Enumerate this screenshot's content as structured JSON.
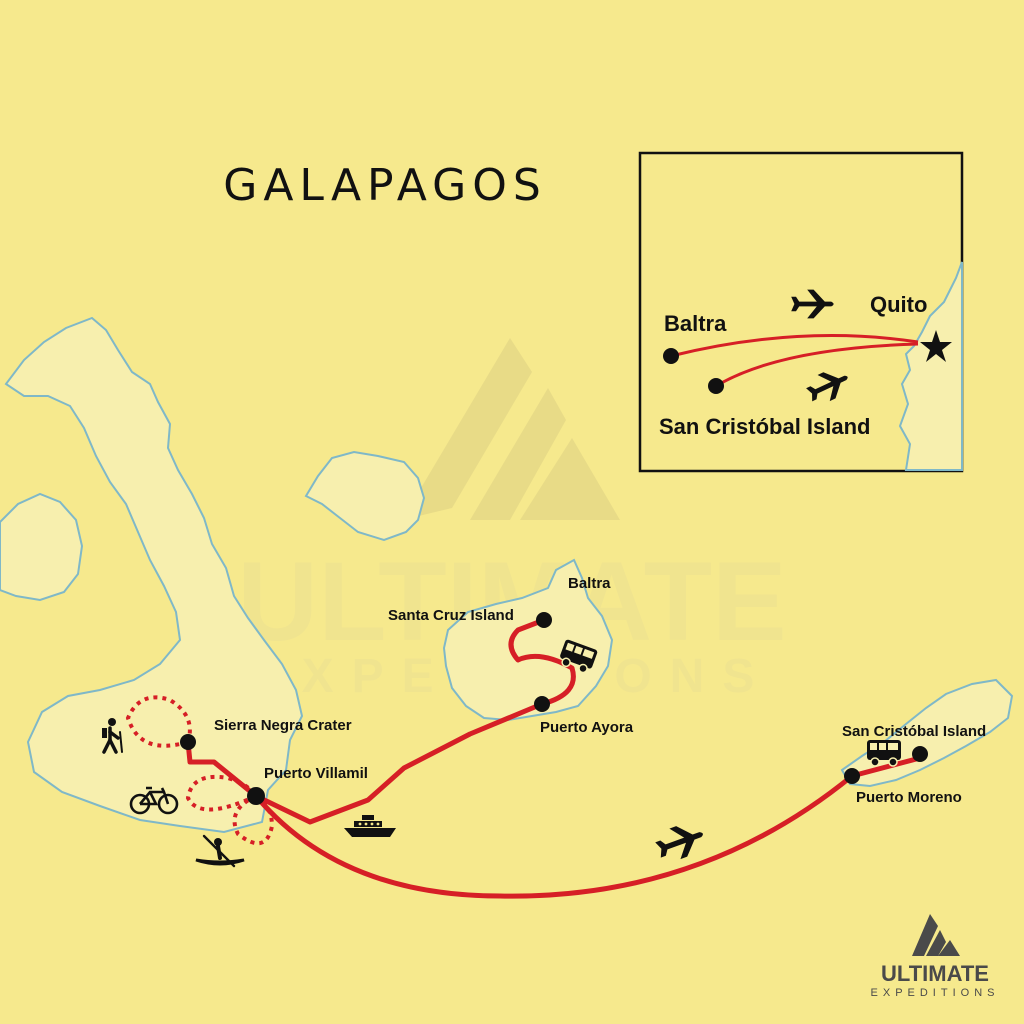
{
  "map": {
    "title": "GALAPAGOS",
    "colors": {
      "sea": "#f6e98d",
      "land": "#f7efae",
      "coast": "#7fb8c8",
      "route": "#d61f26",
      "marker": "#111111"
    },
    "watermark": {
      "line1": "ULTIMATE",
      "line2": "EXPEDITIONS"
    },
    "places": {
      "baltra": "Baltra",
      "santa_cruz": "Santa Cruz Island",
      "puerto_ayora": "Puerto Ayora",
      "sierra_negra": "Sierra Negra Crater",
      "puerto_villamil": "Puerto Villamil",
      "san_cristobal": "San Cristóbal Island",
      "puerto_moreno": "Puerto Moreno"
    },
    "icons": [
      "hiker-icon",
      "bicycle-icon",
      "kayak-icon",
      "bus-icon",
      "ship-icon",
      "airplane-icon"
    ]
  },
  "inset": {
    "quito": "Quito",
    "baltra": "Baltra",
    "san_cristobal": "San Cristóbal Island"
  },
  "logo": {
    "line1": "ULTIMATE",
    "line2": "EXPEDITIONS"
  }
}
